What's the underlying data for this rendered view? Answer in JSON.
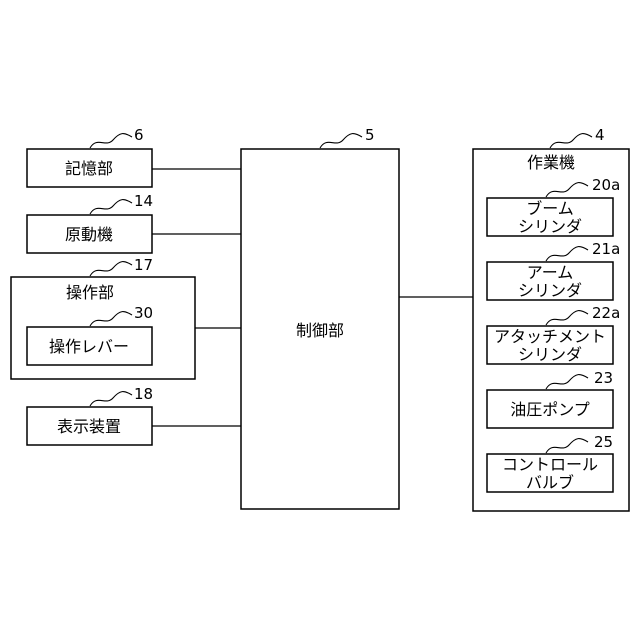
{
  "blocks": {
    "memory": {
      "label": "記憶部",
      "ref": "6"
    },
    "engine": {
      "label": "原動機",
      "ref": "14"
    },
    "operation": {
      "label": "操作部",
      "ref": "17"
    },
    "lever": {
      "label": "操作レバー",
      "ref": "30"
    },
    "display": {
      "label": "表示装置",
      "ref": "18"
    },
    "controller": {
      "label": "制御部",
      "ref": "5"
    },
    "work_machine": {
      "label": "作業機",
      "ref": "4"
    },
    "boom_cylinder": {
      "label_line1": "ブーム",
      "label_line2": "シリンダ",
      "ref": "20a"
    },
    "arm_cylinder": {
      "label_line1": "アーム",
      "label_line2": "シリンダ",
      "ref": "21a"
    },
    "attachment_cylinder": {
      "label_line1": "アタッチメント",
      "label_line2": "シリンダ",
      "ref": "22a"
    },
    "hydraulic_pump": {
      "label": "油圧ポンプ",
      "ref": "23"
    },
    "control_valve": {
      "label_line1": "コントロール",
      "label_line2": "バルブ",
      "ref": "25"
    }
  }
}
